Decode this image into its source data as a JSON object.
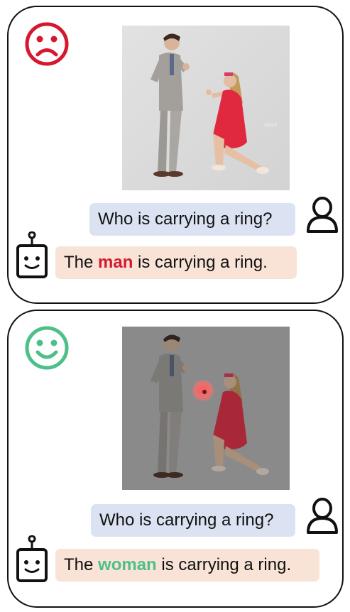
{
  "examples": [
    {
      "status": "incorrect",
      "status_icon": "sad-face-icon",
      "status_color": "#d6182f",
      "question": "Who is carrying a ring?",
      "answer_prefix": "The ",
      "answer_highlight": "man",
      "answer_suffix": " is carrying a ring.",
      "highlight_color": "#d6182f"
    },
    {
      "status": "correct",
      "status_icon": "happy-face-icon",
      "status_color": "#4fbf8a",
      "question": "Who is carrying a ring?",
      "answer_prefix": "The ",
      "answer_highlight": "woman",
      "answer_suffix": " is carrying a ring.",
      "highlight_color": "#4fbf8a"
    }
  ],
  "colors": {
    "user_bubble": "#dbe3f3",
    "bot_bubble": "#f8e3d6",
    "dress": "#e0283e",
    "focus_highlight": "#ff5a5a"
  }
}
